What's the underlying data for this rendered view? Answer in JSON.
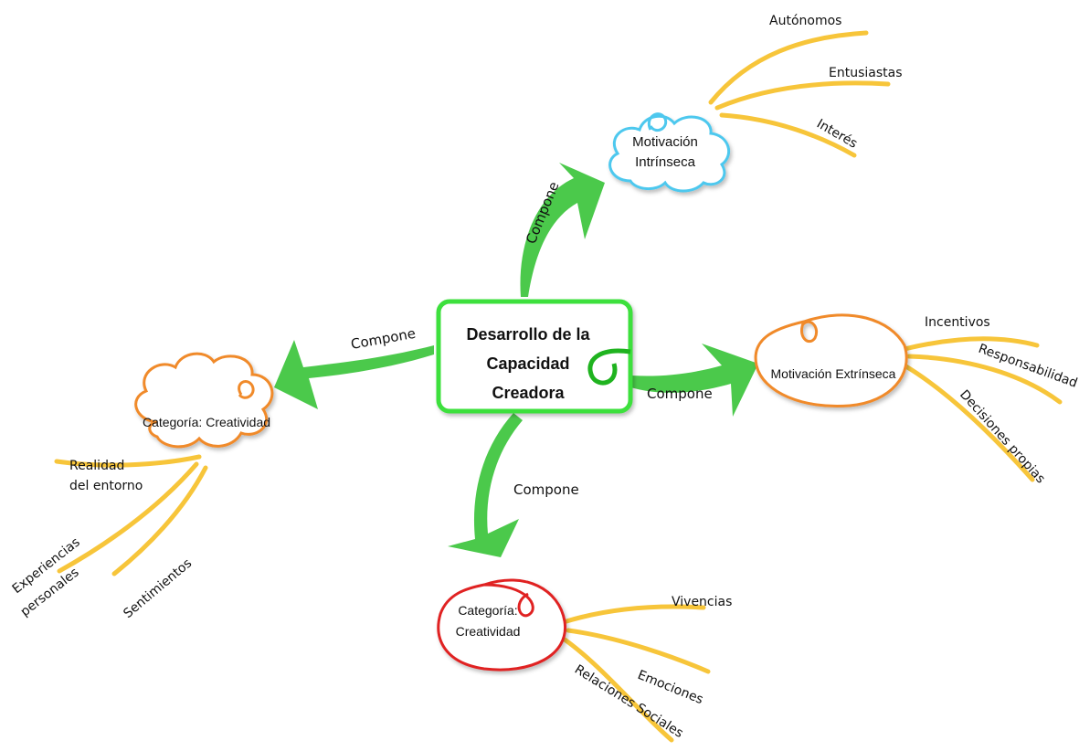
{
  "central": {
    "lines": [
      "Desarrollo de la",
      "Capacidad",
      "Creadora"
    ],
    "color": "#33cc33"
  },
  "connector_label": "Compone",
  "connectors": [
    {
      "label": "Compone"
    },
    {
      "label": "Compone"
    },
    {
      "label": "Compone"
    },
    {
      "label": "Compone"
    }
  ],
  "nodes": [
    {
      "id": "motivacion-intrinseca",
      "lines": [
        "Motivación",
        "Intrínseca"
      ],
      "shape": "cloud",
      "color": "#4ec8ee",
      "branches": [
        "Autónomos",
        "Entusiastas",
        "Interés"
      ]
    },
    {
      "id": "motivacion-extrinseca",
      "lines": [
        "Motivación Extrínseca"
      ],
      "shape": "loop",
      "color": "#f08a2a",
      "branches": [
        "Incentivos",
        "Responsabilidad",
        "Decisiones propias"
      ]
    },
    {
      "id": "categoria-creatividad-left",
      "lines": [
        "Categoría: Creatividad"
      ],
      "shape": "cloud",
      "color": "#f08a2a",
      "branches": [
        "Realidad del entorno",
        "Experiencias personales",
        "Sentimientos"
      ]
    },
    {
      "id": "categoria-creatividad-bottom",
      "lines": [
        "Categoría:",
        "Creatividad"
      ],
      "shape": "loop",
      "color": "#e02222",
      "branches": [
        "Vivencias",
        "Emociones",
        "Relaciones Sociales"
      ]
    }
  ],
  "colors": {
    "arrow": "#3cc43c",
    "branch": "#f7c53a",
    "text": "#111111"
  }
}
